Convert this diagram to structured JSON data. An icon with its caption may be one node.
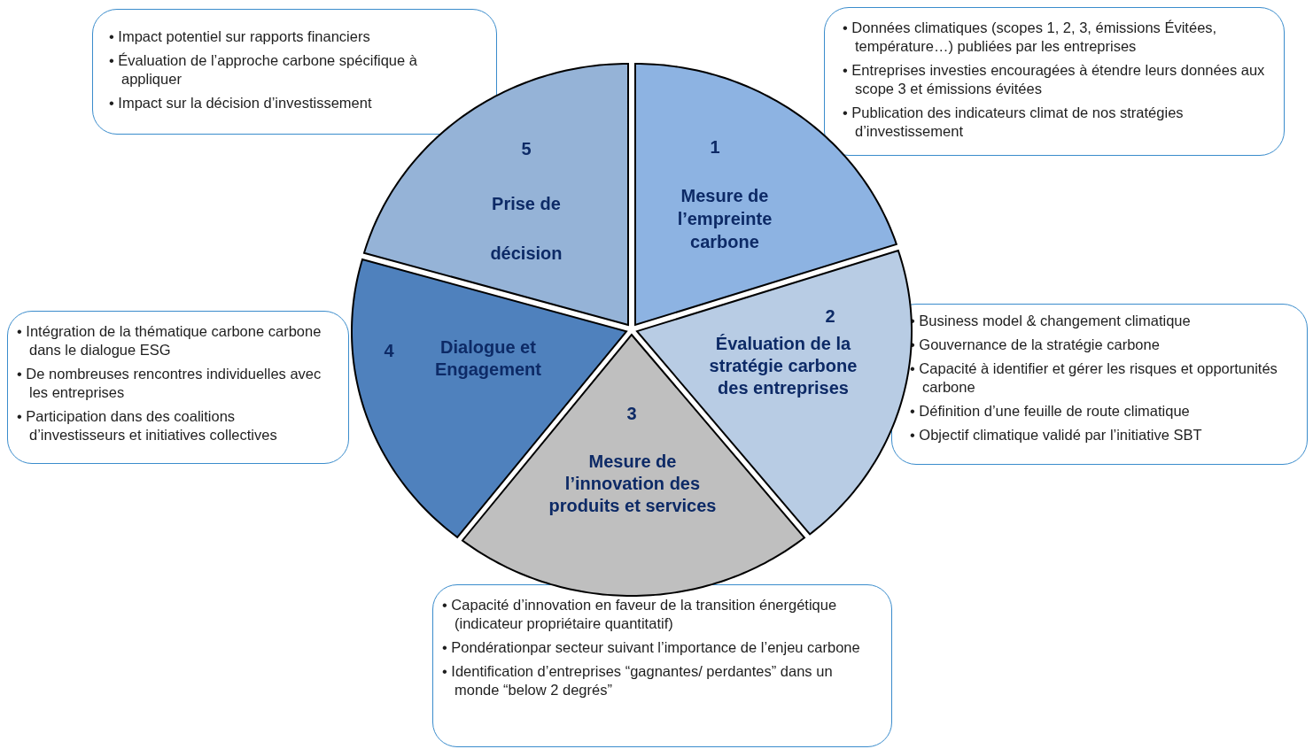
{
  "diagram": {
    "nodes": [
      {
        "text": [
          "1",
          "Mesure de l’empreinte carbone"
        ]
      },
      {
        "text": [
          "2",
          "Évaluation de la stratégie carbone des entreprises"
        ]
      },
      {
        "text": [
          "3",
          "Mesure de l’innovation des produits et services"
        ]
      },
      {
        "text": [
          "4",
          "Dialogue et Engagement"
        ]
      },
      {
        "text": [
          "5",
          "Prise de décision"
        ]
      },
      {
        "text": [
          "• Données climatiques (scopes 1, 2, 3, émissions Évitées, température…) publiées par les entreprises",
          "• Entreprises investies encouragées à étendre leurs données aux scope 3 et émissions évitées",
          "• Publication des indicateurs climat de nos stratégies d’investissement"
        ]
      },
      {
        "text": [
          "• Business model & changement climatique",
          "• Gouvernance de la stratégie carbone",
          "• Capacité à identifier et gérer les risques et opportunités carbone",
          "• Définition d’une feuille de route climatique",
          "• Objectif climatique validé par l’initiative SBT"
        ]
      },
      {
        "text": [
          "• Capacité d’innovation en faveur de la transition énergétique (indicateur propriétaire quantitatif)",
          "• Pondérationpar secteur suivant l’importance de l’enjeu carbone",
          "• Identification d’entreprises “gagnantes/ perdantes” dans un monde “below 2 degrés”"
        ]
      },
      {
        "text": [
          "• Intégration de la thématique carbone carbone dans le dialogue ESG",
          "• De nombreuses rencontres individuelles avec les entreprises",
          "• Participation dans des coalitions d’investisseurs et initiatives collectives"
        ]
      },
      {
        "text": [
          "• Impact potentiel sur rapports financiers",
          "• Évaluation de l’approche carbone spécifique à appliquer",
          "• Impact sur la décision d’investissement"
        ]
      }
    ]
  }
}
